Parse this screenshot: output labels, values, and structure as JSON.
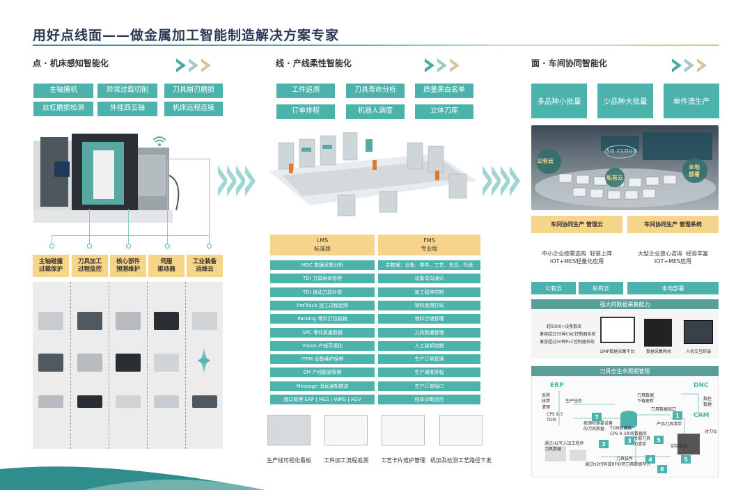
{
  "title": "用好点线面——做金属加工智能制造解决方案专家",
  "sections": {
    "point": {
      "title": "点 · 机床感知智能化",
      "buttons": [
        "主轴撞机",
        "异常过载切削",
        "刀具崩刃磨损",
        "丝杠磨损检测",
        "外挂四五轴",
        "机床远程连接"
      ],
      "features": [
        "主轴碰撞\n过载保护",
        "刀具加工\n过程监控",
        "核心部件\n预测维护",
        "伺服\n驱动器",
        "工业装备\n运维云"
      ]
    },
    "line": {
      "title": "线 · 产线柔性智能化",
      "buttons": [
        "工件追溯",
        "刀具寿命分析",
        "质量黑白名单",
        "订单排程",
        "机器人调度",
        "立体刀库"
      ],
      "lms": {
        "name": "LMS",
        "edition": "标准版"
      },
      "fms": {
        "name": "FMS",
        "edition": "专业版"
      },
      "lms_rows": [
        "MDC 数据采集分析",
        "TDI 刀具寿命管理",
        "TDI 自动刀具补偿",
        "ProTrack 加工过程追溯",
        "Packing 零件打包装箱",
        "SPC 零件质量数据",
        "Vision 产线可视化",
        "ITPM 设备维护保养",
        "EM 产线能源管理",
        "Message 消息通知推送",
        "接口管理 ERP | MES | WMS | AGV"
      ],
      "fms_rows": [
        "主数据：设备、零件、工艺、夹具、托盘",
        "设备双向通讯",
        "加工程序控制",
        "物料追溯打码",
        "物料仓储管理",
        "刀具数据管理",
        "人工装卸控制",
        "生产订单管理",
        "生产调度排程",
        "生产订单接口",
        "线体诊断监控"
      ],
      "screens": [
        "生产线可视化看板",
        "工件加工流程追溯",
        "工艺卡片维护管理",
        "机加及检测工艺路径下发"
      ]
    },
    "plane": {
      "title": "面 · 车间协同智能化",
      "buttons": [
        "多品种小批量",
        "少品种大批量",
        "单件流生产"
      ],
      "cloud_labels": [
        "公有云",
        "5G CLOUD",
        "私有云",
        "本地\n部署"
      ],
      "mgmt": [
        "车间协同生产 管理云",
        "车间协同生产 管理系统"
      ],
      "mgmt_desc": [
        "中小企业按需选购  轻装上阵\nIOT+MES轻量化应用",
        "大型企业放心咨询  经验丰富\nIOT+MES应用"
      ],
      "deploy": [
        "公有云",
        "私有云",
        "本地部署"
      ],
      "data_bar": "强大的数据采集能力",
      "data_text": [
        "超5000+设备数采",
        "兼容超过35种CNC控制器系统",
        "兼容超过50种PLC控制器系统"
      ],
      "data_caps": [
        "DMP数据采集平台",
        "数据采集网关",
        "人机交互终端"
      ],
      "tool_bar": "刀具全生命周期管理",
      "tool_labels": [
        "ERP",
        "DNC",
        "CAM",
        "CPS 9.3\nTDM",
        "采购\n核算\n清理",
        "生产任务",
        "刀具数据\n下载更新",
        "刀具数据接口",
        "数控\n数据",
        "产品刀具清单",
        "TDM数据库\nCPS 9.3系统数据库",
        "所需刀具\n的清单",
        "实际数据",
        "按调和需要设备\n的刀具数据",
        "通过H2写入加工程序\n刀具数据",
        "刀具装件",
        "通过H2扫码或RFID将刀具数据写入",
        "对刀仪"
      ],
      "tool_nums": [
        "7",
        "1",
        "2",
        "3",
        "5",
        "4",
        "5",
        "6"
      ]
    }
  }
}
